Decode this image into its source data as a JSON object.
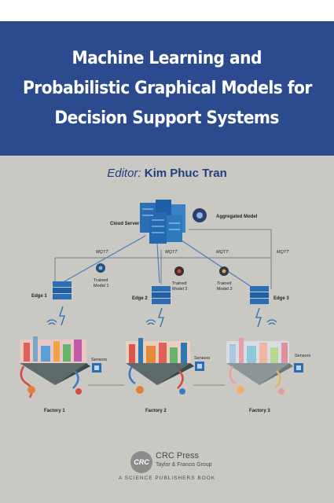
{
  "title_lines": [
    "Machine Learning and",
    "Probabilistic Graphical Models for",
    "Decision Support Systems"
  ],
  "editor": {
    "label": "Editor:",
    "name": "Kim Phuc Tran"
  },
  "diagram": {
    "cloud_server": "Cloud Server",
    "aggregated_model": "Aggregated Model",
    "protocol": "MQTT",
    "edges": [
      "Edge 1",
      "Edge 2",
      "Edge 3"
    ],
    "trained_models": [
      [
        "Trained",
        "Model 1"
      ],
      [
        "Trained",
        "Model 2"
      ],
      [
        "Trained",
        "Model 3"
      ]
    ],
    "sensors": "Sensors",
    "factories": [
      "Factory 1",
      "Factory 2",
      "Factory 3"
    ]
  },
  "publisher": {
    "logo_text": "CRC",
    "name": "CRC Press",
    "group": "Taylor & Francis Group",
    "imprint": "A SCIENCE PUBLISHERS BOOK"
  },
  "colors": {
    "band": "#2c4a8e",
    "background": "#c9c8c3",
    "editor_text": "#1f3f82",
    "server": "#2a6fb5",
    "arrow": "#4a7fc1"
  }
}
